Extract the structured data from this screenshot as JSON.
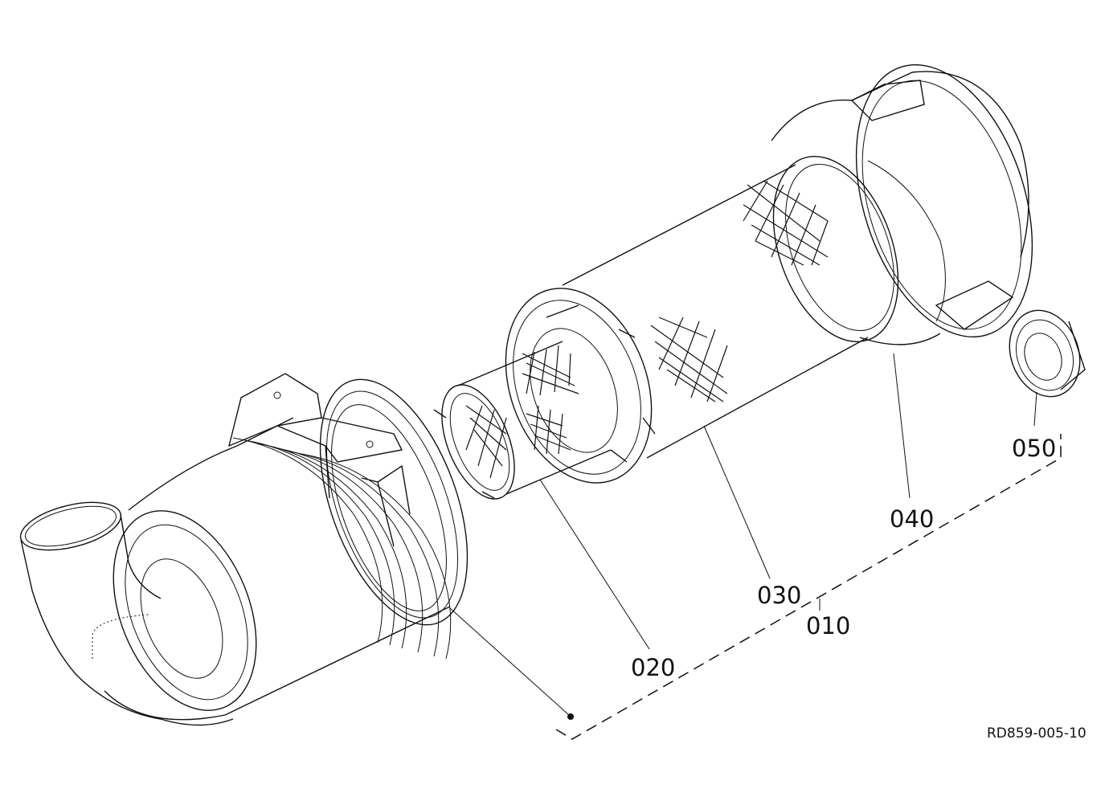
{
  "parts": [
    {
      "id": "part-010",
      "label": "010"
    },
    {
      "id": "part-020",
      "label": "020"
    },
    {
      "id": "part-030",
      "label": "030"
    },
    {
      "id": "part-040",
      "label": "040"
    },
    {
      "id": "part-050",
      "label": "050"
    }
  ],
  "drawing_ref": "RD859-005-10"
}
